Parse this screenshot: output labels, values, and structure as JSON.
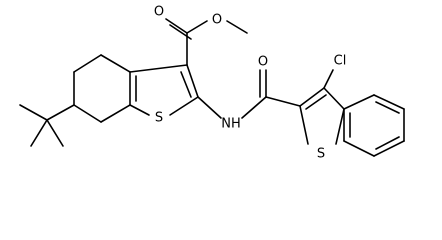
{
  "structure": {
    "atoms": {
      "ester_carbonyl_oxygen": "O",
      "ester_ether_oxygen": "O",
      "ring_sulfur_left": "S",
      "amide_nitrogen": "NH",
      "amide_carbonyl_oxygen": "O",
      "chlorine": "Cl",
      "ring_sulfur_right": "S"
    }
  }
}
